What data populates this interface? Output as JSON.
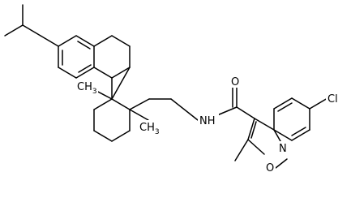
{
  "molecule": {
    "atom_labels": {
      "ch3_a": "CH",
      "ch3_a_sub": "3",
      "ch3_b": "CH",
      "ch3_b_sub": "3",
      "nh": "NH",
      "o_carbonyl": "O",
      "n_ring": "N",
      "o_ring": "O",
      "cl": "Cl"
    }
  },
  "colors": {
    "ink": "#000000",
    "background": "#ffffff"
  }
}
